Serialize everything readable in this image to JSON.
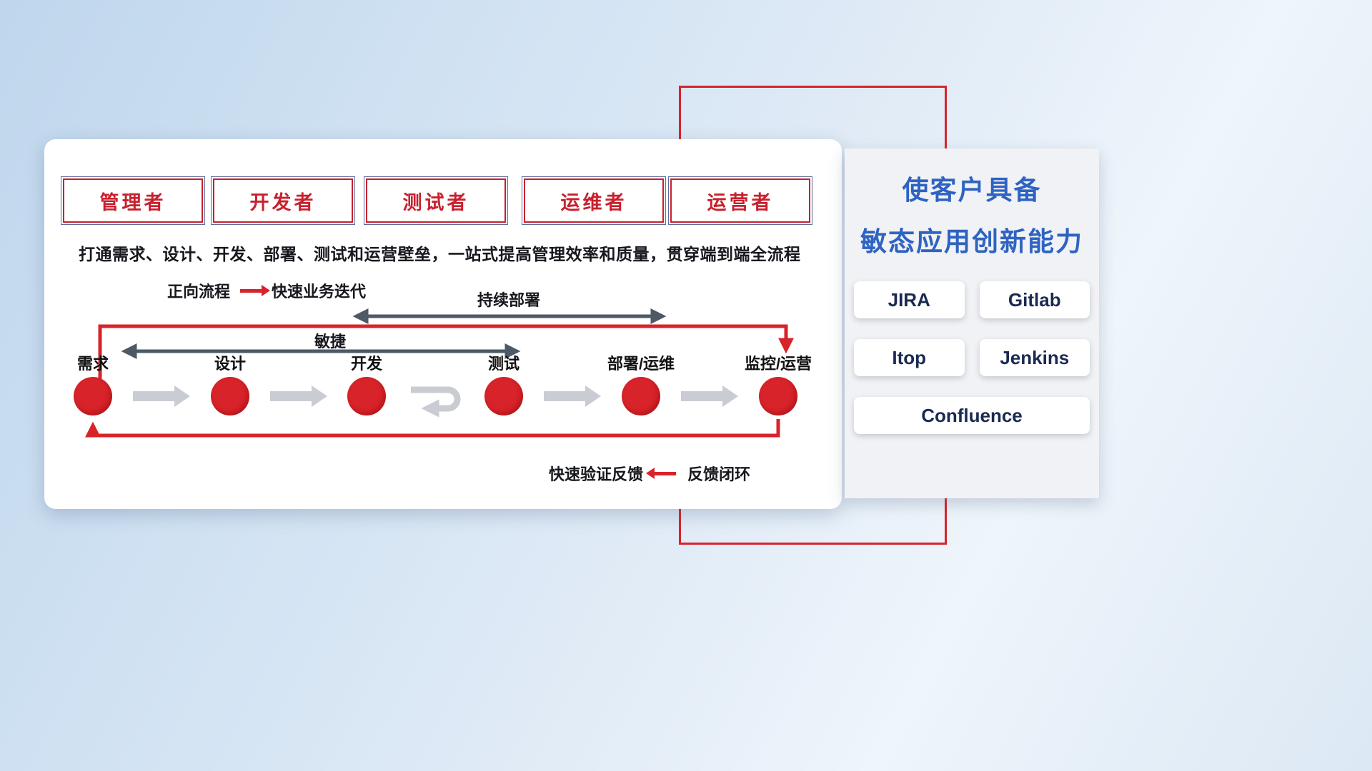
{
  "colors": {
    "accent_red": "#d8232a",
    "role_red": "#c8202e",
    "title_blue": "#2e63c2",
    "arrow_dark": "#4d5a66",
    "arrow_gray": "#c9cdd3"
  },
  "roles": [
    {
      "label": "管理者"
    },
    {
      "label": "开发者"
    },
    {
      "label": "测试者"
    },
    {
      "label": "运维者"
    },
    {
      "label": "运营者"
    }
  ],
  "subtitle": "打通需求、设计、开发、部署、测试和运营壁垒，一站式提高管理效率和质量，贯穿端到端全流程",
  "forward_legend": {
    "title": "正向流程",
    "description": "快速业务迭代"
  },
  "flow_labels": {
    "continuous_deployment": "持续部署",
    "agile": "敏捷"
  },
  "nodes": [
    {
      "label": "需求"
    },
    {
      "label": "设计"
    },
    {
      "label": "开发"
    },
    {
      "label": "测试"
    },
    {
      "label": "部署/运维"
    },
    {
      "label": "监控/运营"
    }
  ],
  "feedback_legend": {
    "description": "快速验证反馈",
    "title": "反馈闭环"
  },
  "right_panel": {
    "title_line1": "使客户具备",
    "title_line2": "敏态应用创新能力",
    "tools": [
      {
        "label": "JIRA"
      },
      {
        "label": "Gitlab"
      },
      {
        "label": "Itop"
      },
      {
        "label": "Jenkins"
      },
      {
        "label": "Confluence"
      }
    ]
  }
}
